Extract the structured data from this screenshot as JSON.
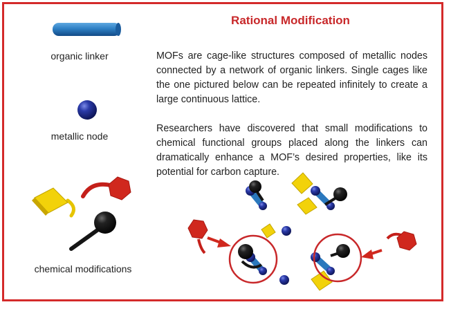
{
  "title": "Rational Modification",
  "paragraphs": [
    "MOFs are cage-like structures composed of metallic nodes connected by a network of organic linkers. Single cages like the one pictured below can be repeated infinitely to create a large continuous lattice.",
    "Researchers have discovered that small modifications to chemical functional groups placed along the linkers can dramatically enhance a MOF’s desired properties, like its potential for carbon capture."
  ],
  "legend": {
    "linker_label": "organic linker",
    "node_label": "metallic node",
    "mods_label": "chemical modifications"
  },
  "colors": {
    "frame": "#d42a2a",
    "title": "#c8282a",
    "linker": "#1f6fb5",
    "node": "#1c2a8c",
    "hexagon": "#d0281e",
    "diamond": "#f2d20a",
    "ball": "#151515"
  },
  "icons": [
    "linker-rod-icon",
    "metal-node-icon",
    "red-hexagon-icon",
    "yellow-diamond-icon",
    "black-ball-icon",
    "arrow-icon",
    "highlight-circle-icon"
  ]
}
